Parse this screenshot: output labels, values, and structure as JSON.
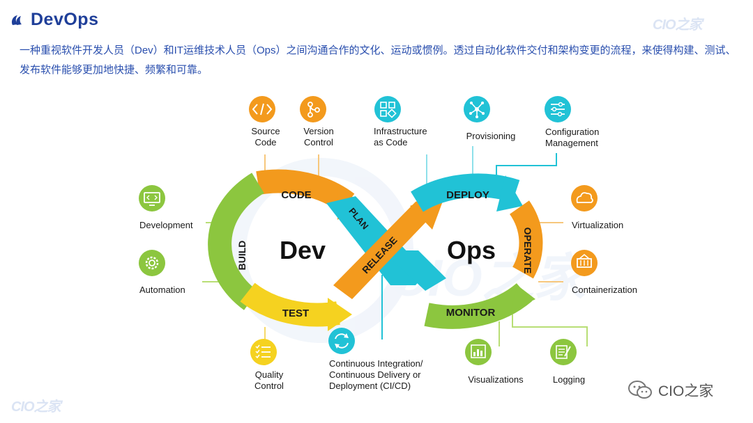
{
  "header": {
    "title": "DevOps",
    "brand_watermark_top": "CIO之家",
    "brand_watermark_bottom": "CIO之家"
  },
  "description": "一种重视软件开发人员（Dev）和IT运维技术人员（Ops）之间沟通合作的文化、运动或惯例。透过自动化软件交付和架构变更的流程，来使得构建、测试、发布软件能够更加地快捷、频繁和可靠。",
  "diagram": {
    "dev_label": "Dev",
    "ops_label": "Ops",
    "watermark": "CIO之家",
    "segments": {
      "code": "CODE",
      "build": "BUILD",
      "test": "TEST",
      "plan": "PLAN",
      "release": "RELEASE",
      "deploy": "DEPLOY",
      "operate": "OPERATE",
      "monitor": "MONITOR"
    },
    "tools": {
      "source_code": [
        "Source",
        "Code"
      ],
      "version_control": [
        "Version",
        "Control"
      ],
      "infrastructure_as_code": [
        "Infrastructure",
        "as Code"
      ],
      "provisioning": "Provisioning",
      "configuration_management": [
        "Configuration",
        "Management"
      ],
      "development": "Development",
      "automation": "Automation",
      "virtualization": "Virtualization",
      "containerization": "Containerization",
      "quality_control": [
        "Quality",
        "Control"
      ],
      "ci_cd": [
        "Continuous Integration/",
        "Continuous Delivery or",
        "Deployment (CI/CD)"
      ],
      "visualizations": "Visualizations",
      "logging": "Logging"
    }
  },
  "footer": {
    "wechat_label": "CIO之家"
  },
  "colors": {
    "title": "#1f3f99",
    "text": "#2a4fae",
    "orange": "#f39a1d",
    "cyan": "#21c2d6",
    "green": "#8cc63f",
    "yellow": "#f5d220",
    "connector": "#b8de75",
    "watermark": "#dbe4f4",
    "icon_names": {
      "source_code": "code-brackets-icon",
      "version_control": "git-branch-icon",
      "infrastructure_as_code": "network-boxes-icon",
      "provisioning": "hub-nodes-icon",
      "configuration_management": "sliders-icon",
      "development": "monitor-code-icon",
      "automation": "gear-icon",
      "virtualization": "cloud-icon",
      "containerization": "container-icon",
      "quality_control": "checklist-icon",
      "ci_cd": "refresh-cycle-icon",
      "visualizations": "bar-chart-icon",
      "logging": "log-edit-icon"
    }
  }
}
